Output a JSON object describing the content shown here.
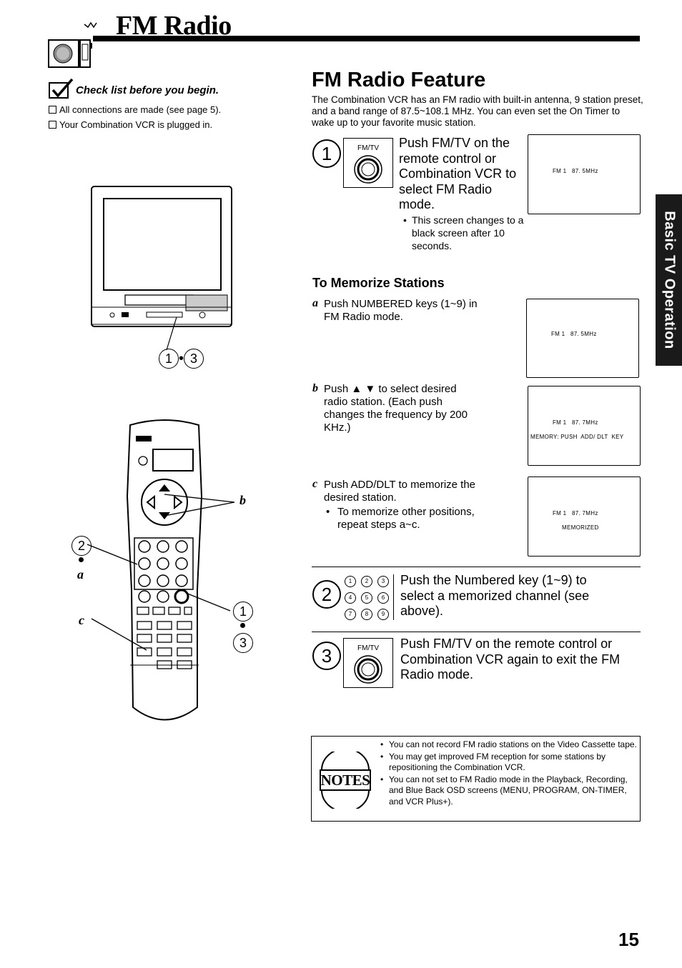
{
  "header": {
    "title": "FM Radio"
  },
  "checklist": {
    "title": "Check list before you begin.",
    "items": [
      "All connections are made (see page 5).",
      "Your Combination VCR is plugged in."
    ]
  },
  "section": {
    "title": "FM Radio Feature",
    "intro": "The Combination VCR has an FM radio with built-in antenna, 9 station preset, and a band range of 87.5~108.1 MHz. You can even set the On Timer to wake up to your favorite music station."
  },
  "illustration": {
    "tv_label": "1•3",
    "remote_callouts": {
      "a": "a",
      "b": "b",
      "c": "c",
      "two": "2",
      "one": "1",
      "three": "3"
    }
  },
  "step1": {
    "number": "1",
    "button_label": "FM/TV",
    "text": "Push FM/TV on the remote control or Combination VCR to select FM Radio mode.",
    "note": "This screen changes to a black screen after 10 seconds.",
    "screen_line1": "FM 1   87. 5MHz"
  },
  "memorize": {
    "title": "To Memorize Stations",
    "a_letter": "a",
    "a_text": "Push NUMBERED keys (1~9) in FM Radio mode.",
    "a_screen": "FM 1   87. 5MHz",
    "b_letter": "b",
    "b_text": "Push ▲ ▼ to select desired radio station. (Each push changes the frequency by 200 KHz.)",
    "b_screen_line1": "FM 1   87. 7MHz",
    "b_screen_line2": "MEMORY: PUSH  ADD/ DLT  KEY",
    "c_letter": "c",
    "c_text": "Push ADD/DLT to memorize the desired station.",
    "c_note": "To memorize other positions, repeat steps a~c.",
    "c_screen_line1": "FM 1   87. 7MHz",
    "c_screen_line2": "MEMORIZED"
  },
  "step2": {
    "number": "2",
    "keys": [
      "1",
      "2",
      "3",
      "4",
      "5",
      "6",
      "7",
      "8",
      "9"
    ],
    "text": "Push the Numbered key (1~9) to select a memorized channel (see above)."
  },
  "step3": {
    "number": "3",
    "button_label": "FM/TV",
    "text": "Push FM/TV on the remote control or Combination VCR again to exit the FM Radio mode."
  },
  "notes": {
    "label": "NOTES",
    "items": [
      "You can not record FM radio stations on the Video Cassette tape.",
      "You may get improved FM reception for some stations by repositioning the Combination VCR.",
      "You can not set to FM Radio mode in the Playback, Recording, and Blue Back OSD screens (MENU, PROGRAM, ON-TIMER, and VCR Plus+)."
    ]
  },
  "side_tab": {
    "label": "Basic TV Operation"
  },
  "page_number": "15"
}
